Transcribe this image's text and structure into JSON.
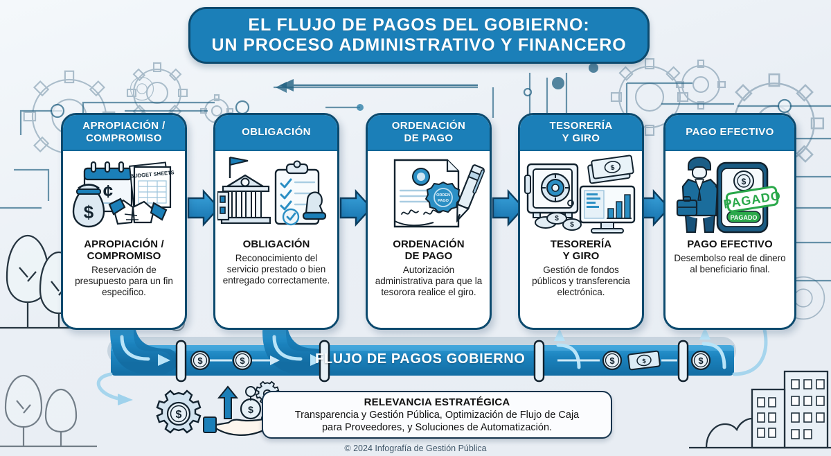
{
  "header": {
    "title_line1": "EL FLUJO DE PAGOS DEL GOBIERNO:",
    "title_line2": "UN PROCESO ADMINISTRATIVO Y FINANCERO"
  },
  "colors": {
    "primary_blue": "#1b7fb8",
    "dark_navy": "#0c4a6e",
    "pipe_blue": "#1b82bd",
    "accent_light": "#9fd8f2",
    "paid_green": "#2aa84a",
    "background": "#eef2f6"
  },
  "steps": [
    {
      "header": "APROPIACIÓN /\nCOMPROMISO",
      "header_line1": "APROPIACIÓN /",
      "header_line2": "COMPROMISO",
      "title_line1": "APROPIACIÓN /",
      "title_line2": "COMPROMISO",
      "description": "Reservación de presupuesto para un fin especifico.",
      "icons": [
        "money-bag-icon",
        "calendar-icon",
        "budget-sheets-icon",
        "handshake-icon"
      ],
      "art_label": "BUDGET SHEETS"
    },
    {
      "header_line1": "OBLIGACIÓN",
      "header_line2": "",
      "title_line1": "OBLIGACIÓN",
      "title_line2": "",
      "description": "Reconocimiento del servicio prestado o bien entregado correctamente.",
      "icons": [
        "government-building-icon",
        "clipboard-checklist-icon",
        "rubber-stamp-icon"
      ]
    },
    {
      "header_line1": "ORDENACIÓN",
      "header_line2": "DE PAGO",
      "title_line1": "ORDENACIÓN",
      "title_line2": "DE PAGO",
      "description": "Autorización administrativa para que la tesorora realice el giro.",
      "icons": [
        "signed-document-icon",
        "wax-seal-icon",
        "pen-icon"
      ]
    },
    {
      "header_line1": "TESORERÍA",
      "header_line2": "Y GIRO",
      "title_line1": "TESORERÍA",
      "title_line2": "Y GIRO",
      "description": "Gestión de fondos públicos y transferencia electrónica.",
      "icons": [
        "safe-vault-icon",
        "banknotes-icon",
        "coins-icon",
        "monitor-chart-icon"
      ]
    },
    {
      "header_line1": "PAGO EFECTIVO",
      "header_line2": "",
      "title_line1": "PAGO EFECTIVO",
      "title_line2": "",
      "description": "Desembolso real de dinero al beneficiario final.",
      "icons": [
        "businessman-icon",
        "briefcase-icon",
        "smartphone-icon",
        "paid-stamp-icon"
      ],
      "stamp_text": "PAGADO",
      "badge_text": "PAGADO"
    }
  ],
  "pipe": {
    "label": "FLUJO DE PAGOS GOBIERNO",
    "icons": [
      "dollar-coin-icon",
      "dollar-coin-icon",
      "dollar-coin-icon",
      "banknote-icon",
      "dollar-coin-icon"
    ]
  },
  "relevance": {
    "title": "RELEVANCIA ESTRATÉGICA",
    "line1": "Transparencia y Gestión Pública, Optimización de Flujo de Caja",
    "line2": "para Proveedores, y Soluciones de Automatización."
  },
  "footer": {
    "copyright": "© 2024 Infografía de Gestión Pública"
  },
  "decorations": {
    "items": [
      "gear-outline-icon",
      "circuit-trace-icon",
      "tree-outline-icon",
      "building-outline-icon",
      "gear-dollar-icon",
      "hand-coins-icon"
    ]
  }
}
